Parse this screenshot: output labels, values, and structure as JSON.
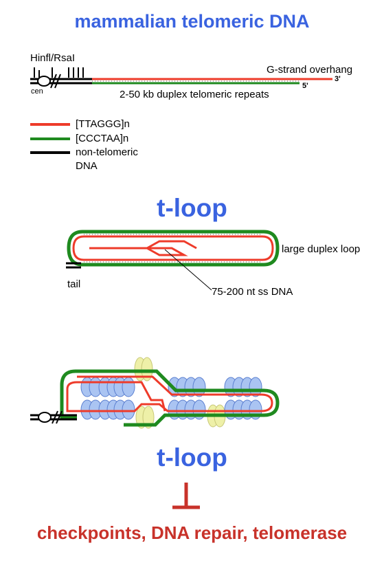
{
  "title": "mammalian telomeric DNA",
  "top_diagram": {
    "enzyme_label": "Hinfl/RsaI",
    "cen_label": "cen",
    "overhang_label": "G-strand overhang",
    "three_prime": "3'",
    "five_prime": "5'",
    "duplex_label": "2-50 kb duplex telomeric repeats"
  },
  "legend": {
    "items": [
      {
        "label": "[TTAGGG]n",
        "color": "#ee3b2a"
      },
      {
        "label": "[CCCTAA]n",
        "color": "#1f8a1f"
      },
      {
        "label_line1": "non-telomeric",
        "label_line2": "DNA",
        "color": "#000000"
      }
    ]
  },
  "tloop1": {
    "title": "t-loop",
    "loop_label": "large duplex loop",
    "tail_label": "tail",
    "ss_label": "75-200 nt ss DNA"
  },
  "tloop2": {
    "title": "t-loop"
  },
  "colors": {
    "title_blue": "#3a63e0",
    "g_strand": "#ee3b2a",
    "c_strand": "#1f8a1f",
    "inhibit_red": "#c8322a",
    "protein_blue": "#aac4f2",
    "protein_yellow": "#eef0a8"
  },
  "bottom": {
    "inhibition_icon": "inhibition-bar-icon",
    "text": "checkpoints, DNA repair, telomerase"
  }
}
